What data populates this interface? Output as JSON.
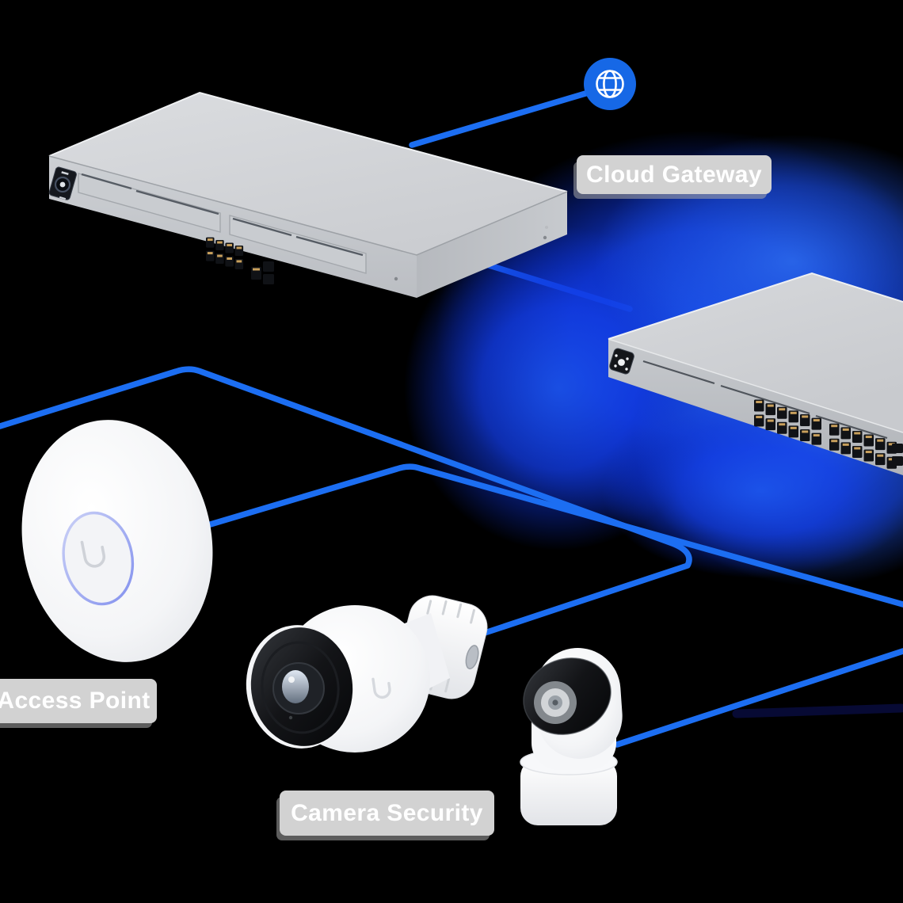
{
  "labels": {
    "cloud_gateway": "Cloud Gateway",
    "access_point": "Access Point",
    "camera_security": "Camera Security"
  },
  "icons": {
    "internet": "globe-icon"
  },
  "devices": [
    "cloud-gateway",
    "24-port-switch",
    "access-point",
    "bullet-camera",
    "flex-camera"
  ],
  "colors": {
    "link_blue": "#1c6ef2",
    "globe_blue": "#1668e6",
    "glow_blue_bright": "#2e6ff2",
    "glow_blue_deep": "#0c32d8",
    "label_bg": "#d2d2d2",
    "label_shadow": "#a9a9a9",
    "label_text": "#ffffff",
    "background": "#000000"
  }
}
